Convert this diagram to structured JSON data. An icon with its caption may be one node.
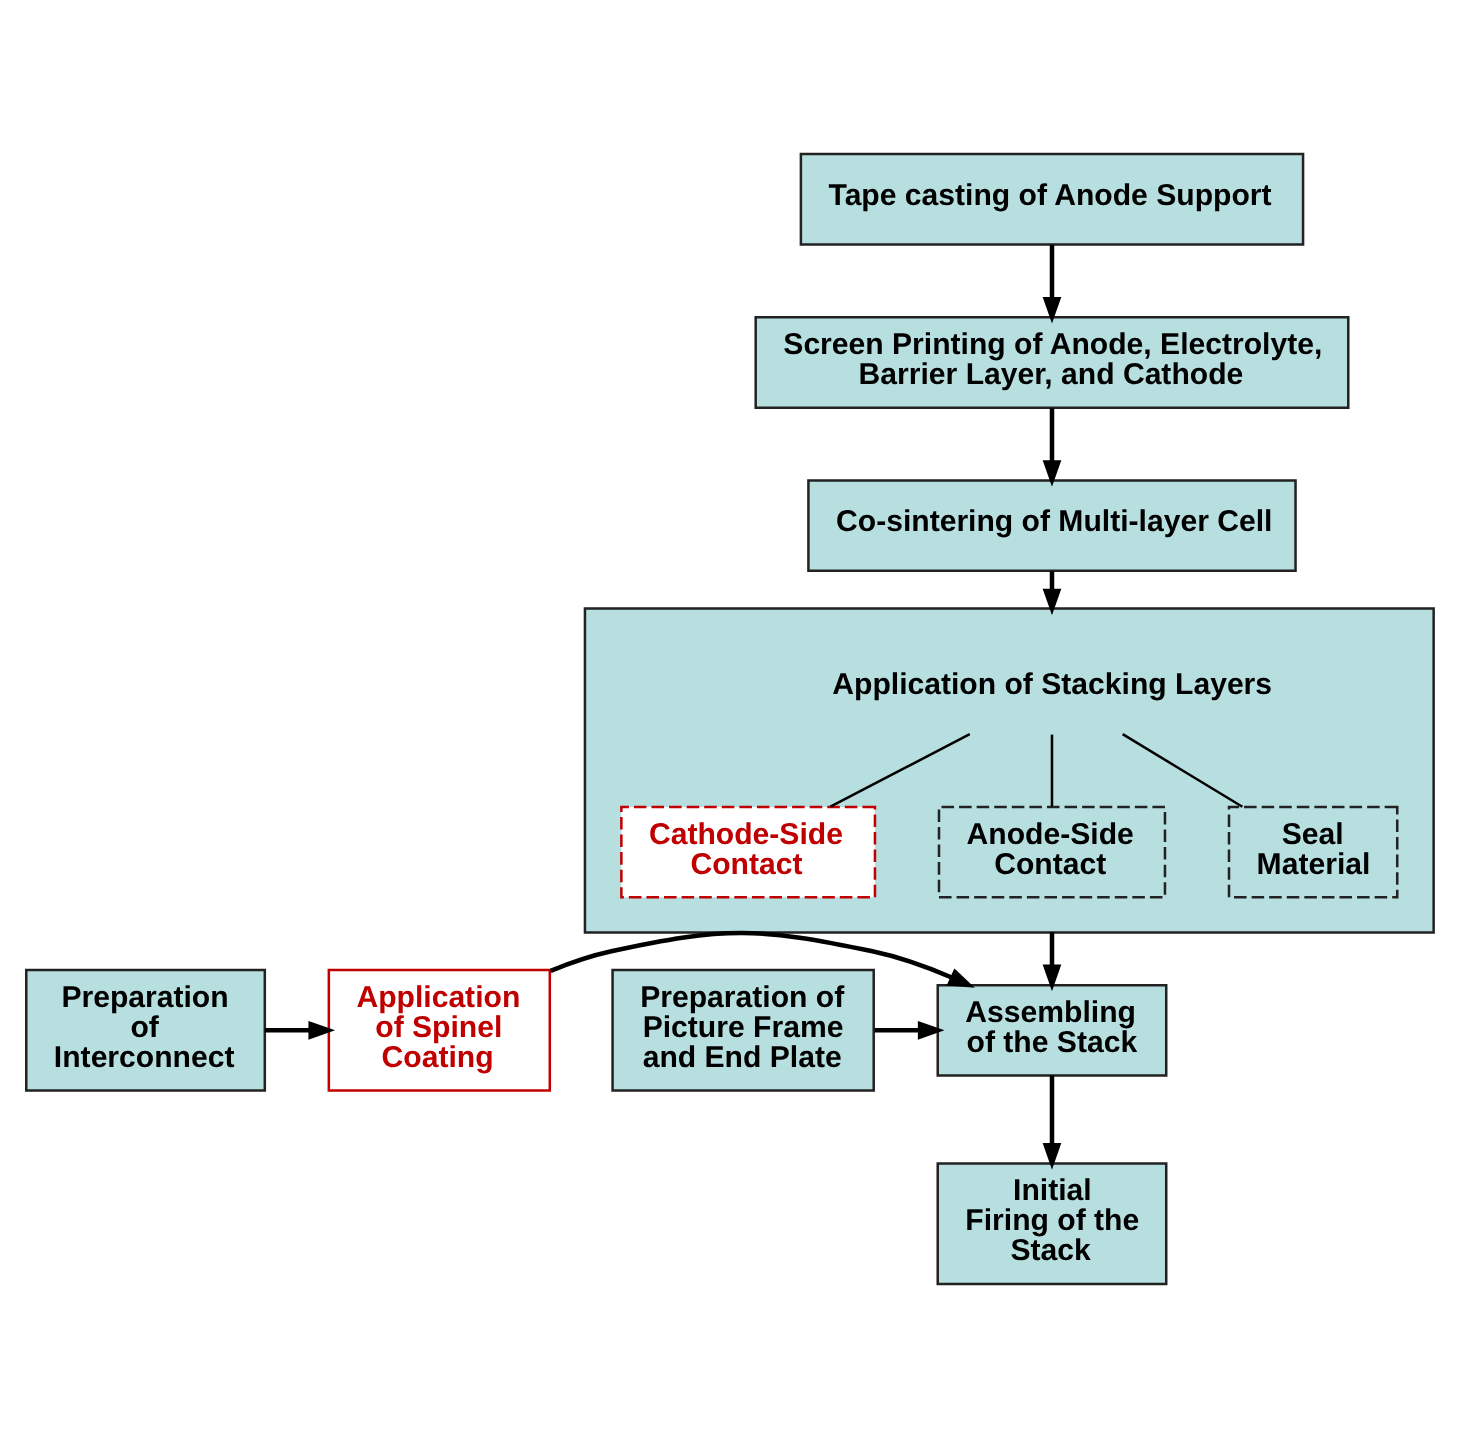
{
  "diagram": {
    "nodes": [
      {
        "text": [
          "Tape casting of Anode Support"
        ]
      },
      {
        "text": [
          "Screen Printing of Anode, Electrolyte, Barrier Layer, and Cathode"
        ]
      },
      {
        "text": [
          "Co-sintering of Multi-layer Cell"
        ]
      },
      {
        "text": [
          "Application of Stacking Layers"
        ]
      },
      {
        "text": [
          "Cathode-Side Contact"
        ],
        "in": 3
      },
      {
        "text": [
          "Anode-Side Contact"
        ],
        "in": 3
      },
      {
        "text": [
          "Seal Material"
        ],
        "in": 3
      },
      {
        "text": [
          "Preparation of Interconnect"
        ]
      },
      {
        "text": [
          "Application of Spinel Coating"
        ]
      },
      {
        "text": [
          "Assembling of the Stack"
        ]
      },
      {
        "text": [
          "Preparation of Picture Frame and End Plate"
        ]
      },
      {
        "text": [
          "Initial Firing of the Stack"
        ]
      }
    ],
    "edges": [
      {
        "from": 0,
        "to": 1,
        "arrow": "to"
      },
      {
        "from": 1,
        "to": 2,
        "arrow": "to"
      },
      {
        "from": 2,
        "to": 3,
        "arrow": "to"
      },
      {
        "from": 3,
        "to": 4,
        "arrow": "none"
      },
      {
        "from": 3,
        "to": 5,
        "arrow": "none"
      },
      {
        "from": 3,
        "to": 6,
        "arrow": "none"
      },
      {
        "from": 3,
        "to": 9,
        "arrow": "to"
      },
      {
        "from": 7,
        "to": 8,
        "arrow": "to"
      },
      {
        "from": 8,
        "to": 9,
        "arrow": "to"
      },
      {
        "from": 10,
        "to": 9,
        "arrow": "to"
      },
      {
        "from": 9,
        "to": 11,
        "arrow": "to"
      }
    ]
  }
}
